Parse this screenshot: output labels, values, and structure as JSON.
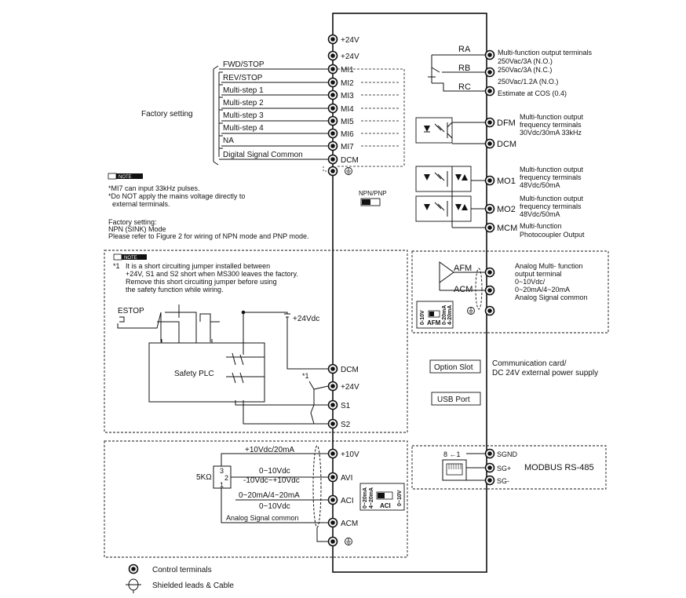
{
  "power": {
    "p24v_1": "+24V",
    "p24v_2": "+24V"
  },
  "inputs": [
    {
      "label": "FWD/STOP",
      "terminal": "MI1"
    },
    {
      "label": "REV/STOP",
      "terminal": "MI2"
    },
    {
      "label": "Multi-step 1",
      "terminal": "MI3"
    },
    {
      "label": "Multi-step 2",
      "terminal": "MI4"
    },
    {
      "label": "Multi-step 3",
      "terminal": "MI5"
    },
    {
      "label": "Multi-step 4",
      "terminal": "MI6"
    },
    {
      "label": "NA",
      "terminal": "MI7"
    },
    {
      "label": "Digital Signal Common",
      "terminal": "DCM"
    }
  ],
  "factory_setting": "Factory setting",
  "note_badge": "NOTE",
  "note1": {
    "line1": "*MI7 can input 33kHz pulses.",
    "line2": "*Do NOT apply the mains voltage directly to",
    "line3": "external terminals."
  },
  "sink_note": {
    "line1": "Factory setting:",
    "line2": "NPN (SINK) Mode",
    "line3": "Please refer to Figure 2 for wiring of NPN mode and PNP mode."
  },
  "npn_pnp": "NPN/PNP",
  "note2": {
    "line1": "It is a short circuiting jumper installed between",
    "line2": "+24V, S1 and S2 short when MS300 leaves the factory.",
    "line3": "Remove this short circuiting jumper before using",
    "line4": "the safety function while wiring.",
    "marker": "*1"
  },
  "safety": {
    "estop": "ESTOP",
    "plc": "Safety PLC",
    "vdc": "+24Vdc",
    "marker": "*1",
    "dcm": "DCM",
    "p24v": "+24V",
    "s1": "S1",
    "s2": "S2"
  },
  "analog_in": {
    "p10v_label": "+10Vdc/20mA",
    "p10v_term": "+10V",
    "pot": "5KΩ",
    "pin3": "3",
    "pin2": "2",
    "pin1": "1",
    "avi_l1": "0~10Vdc",
    "avi_l2": "-10Vdc~+10Vdc",
    "avi_term": "AVI",
    "aci_l1": "0~20mA/4~20mA",
    "aci_l2": "0~10Vdc",
    "aci_term": "ACI",
    "acm_label": "Analog Signal common",
    "acm_term": "ACM",
    "sw_left1": "0~20mA",
    "sw_left2": "4~20mA",
    "sw_name": "ACI",
    "sw_right": "0~10V"
  },
  "relay": {
    "ra": "RA",
    "rb": "RB",
    "rc": "RC",
    "l1": "Multi-function output terminals",
    "l2": "250Vac/3A (N.O.)",
    "l3": "250Vac/3A (N.C.)",
    "l4": "250Vac/1.2A (N.O.)",
    "l5": "Estimate at COS (0.4)"
  },
  "dfm": {
    "term1": "DFM",
    "term2": "DCM",
    "l1": "Multi-function output",
    "l2": "frequency terminals",
    "l3": "30Vdc/30mA 33kHz"
  },
  "mo1": {
    "term": "MO1",
    "l1": "Multi-function output",
    "l2": "frequency terminals",
    "l3": "48Vdc/50mA"
  },
  "mo2": {
    "term": "MO2",
    "l1": "Multi-function output",
    "l2": "frequency terminals",
    "l3": "48Vdc/50mA"
  },
  "mcm": {
    "term": "MCM",
    "l1": "Multi-function",
    "l2": "Photocoupler Output"
  },
  "afm": {
    "term1": "AFM",
    "term2": "ACM",
    "l1": "Analog  Multi- function",
    "l2": "output terminal",
    "l3": "0~10Vdc/",
    "l4": "0~20mA/4~20mA",
    "l5": "Analog  Signal common",
    "sw_left": "0-10V",
    "sw_name": "AFM",
    "sw_right1": "0-20mA",
    "sw_right2": "4-20mA"
  },
  "option": {
    "slot": "Option Slot",
    "l1": "Communication card/",
    "l2": "DC 24V external power supply",
    "usb": "USB Port"
  },
  "modbus": {
    "pins": "8 ←1",
    "sgnd": "SGND",
    "sgp": "SG+",
    "sgm": "SG-",
    "label": "MODBUS  RS-485"
  },
  "legend": {
    "control": "Control terminals",
    "shield": "Shielded leads & Cable"
  }
}
